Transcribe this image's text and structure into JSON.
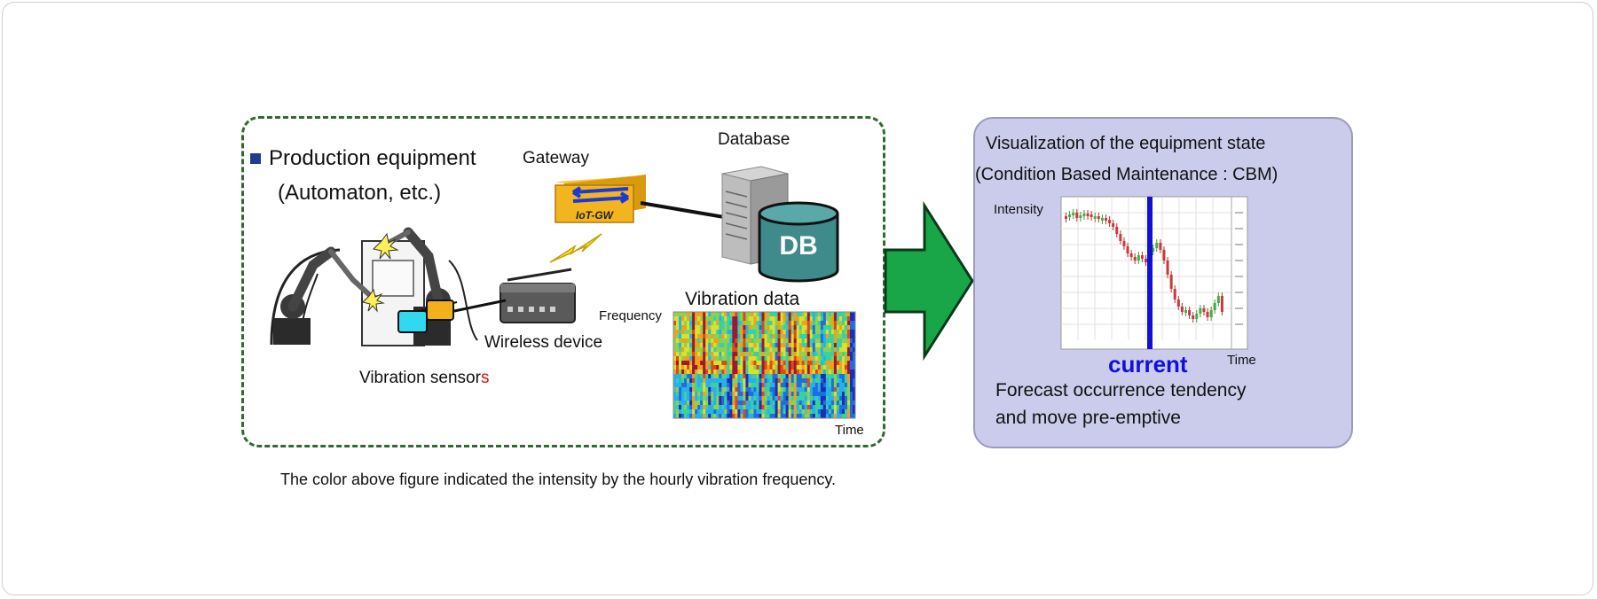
{
  "left_panel": {
    "bullet_title": "Production equipment",
    "bullet_subtitle": "(Automaton, etc.)",
    "gateway_label": "Gateway",
    "gateway_device_text": "IoT-GW",
    "database_label": "Database",
    "db_text": "DB",
    "wireless_label": "Wireless device",
    "sensors_label_main": "Vibration sensor",
    "sensors_label_suffix": "s",
    "vibration_title": "Vibration data",
    "frequency_label": "Frequency",
    "time_label": "Time"
  },
  "right_panel": {
    "title_line1": "Visualization of the equipment state",
    "title_line2": "(Condition Based Maintenance : CBM)",
    "intensity_label": "Intensity",
    "current_label": "current",
    "time_label": "Time",
    "forecast_line1": "Forecast occurrence tendency",
    "forecast_line2": "and move pre-emptive"
  },
  "caption": "The color above figure indicated the  intensity by the hourly vibration frequency.",
  "colors": {
    "dashed_border": "#2e6b2e",
    "panel_bg": "#cbcbec",
    "arrow": "#18a648",
    "current_marker": "#1010d8",
    "sensor_suffix": "#e01010",
    "bullet": "#1f3d8c"
  }
}
